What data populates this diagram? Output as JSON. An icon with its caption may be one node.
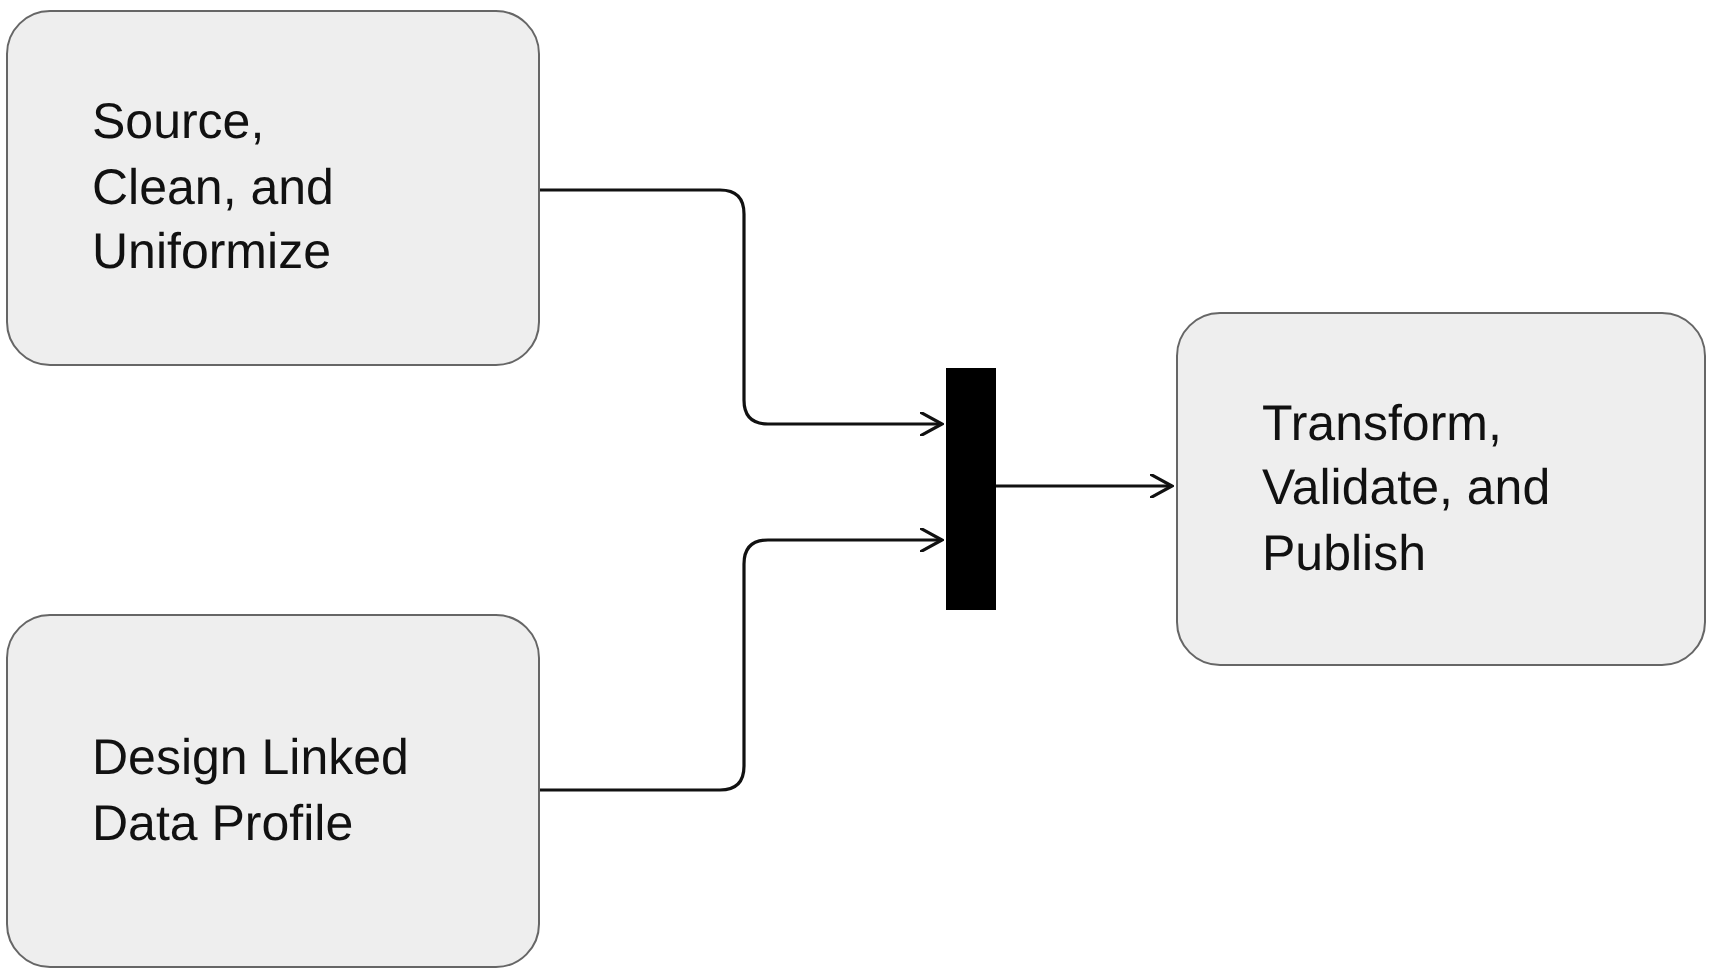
{
  "diagram": {
    "nodes": [
      {
        "text": [
          "Source, Clean, and Uniformize"
        ]
      },
      {
        "text": [
          "Design Linked Data Profile"
        ]
      },
      {
        "text": [],
        "shape": "bar"
      },
      {
        "text": [
          "Transform, Validate, and Publish"
        ]
      }
    ],
    "edges": [
      {
        "from": 0,
        "to": 2,
        "arrow": "to"
      },
      {
        "from": 1,
        "to": 2,
        "arrow": "to"
      },
      {
        "from": 2,
        "to": 3,
        "arrow": "to"
      }
    ]
  }
}
